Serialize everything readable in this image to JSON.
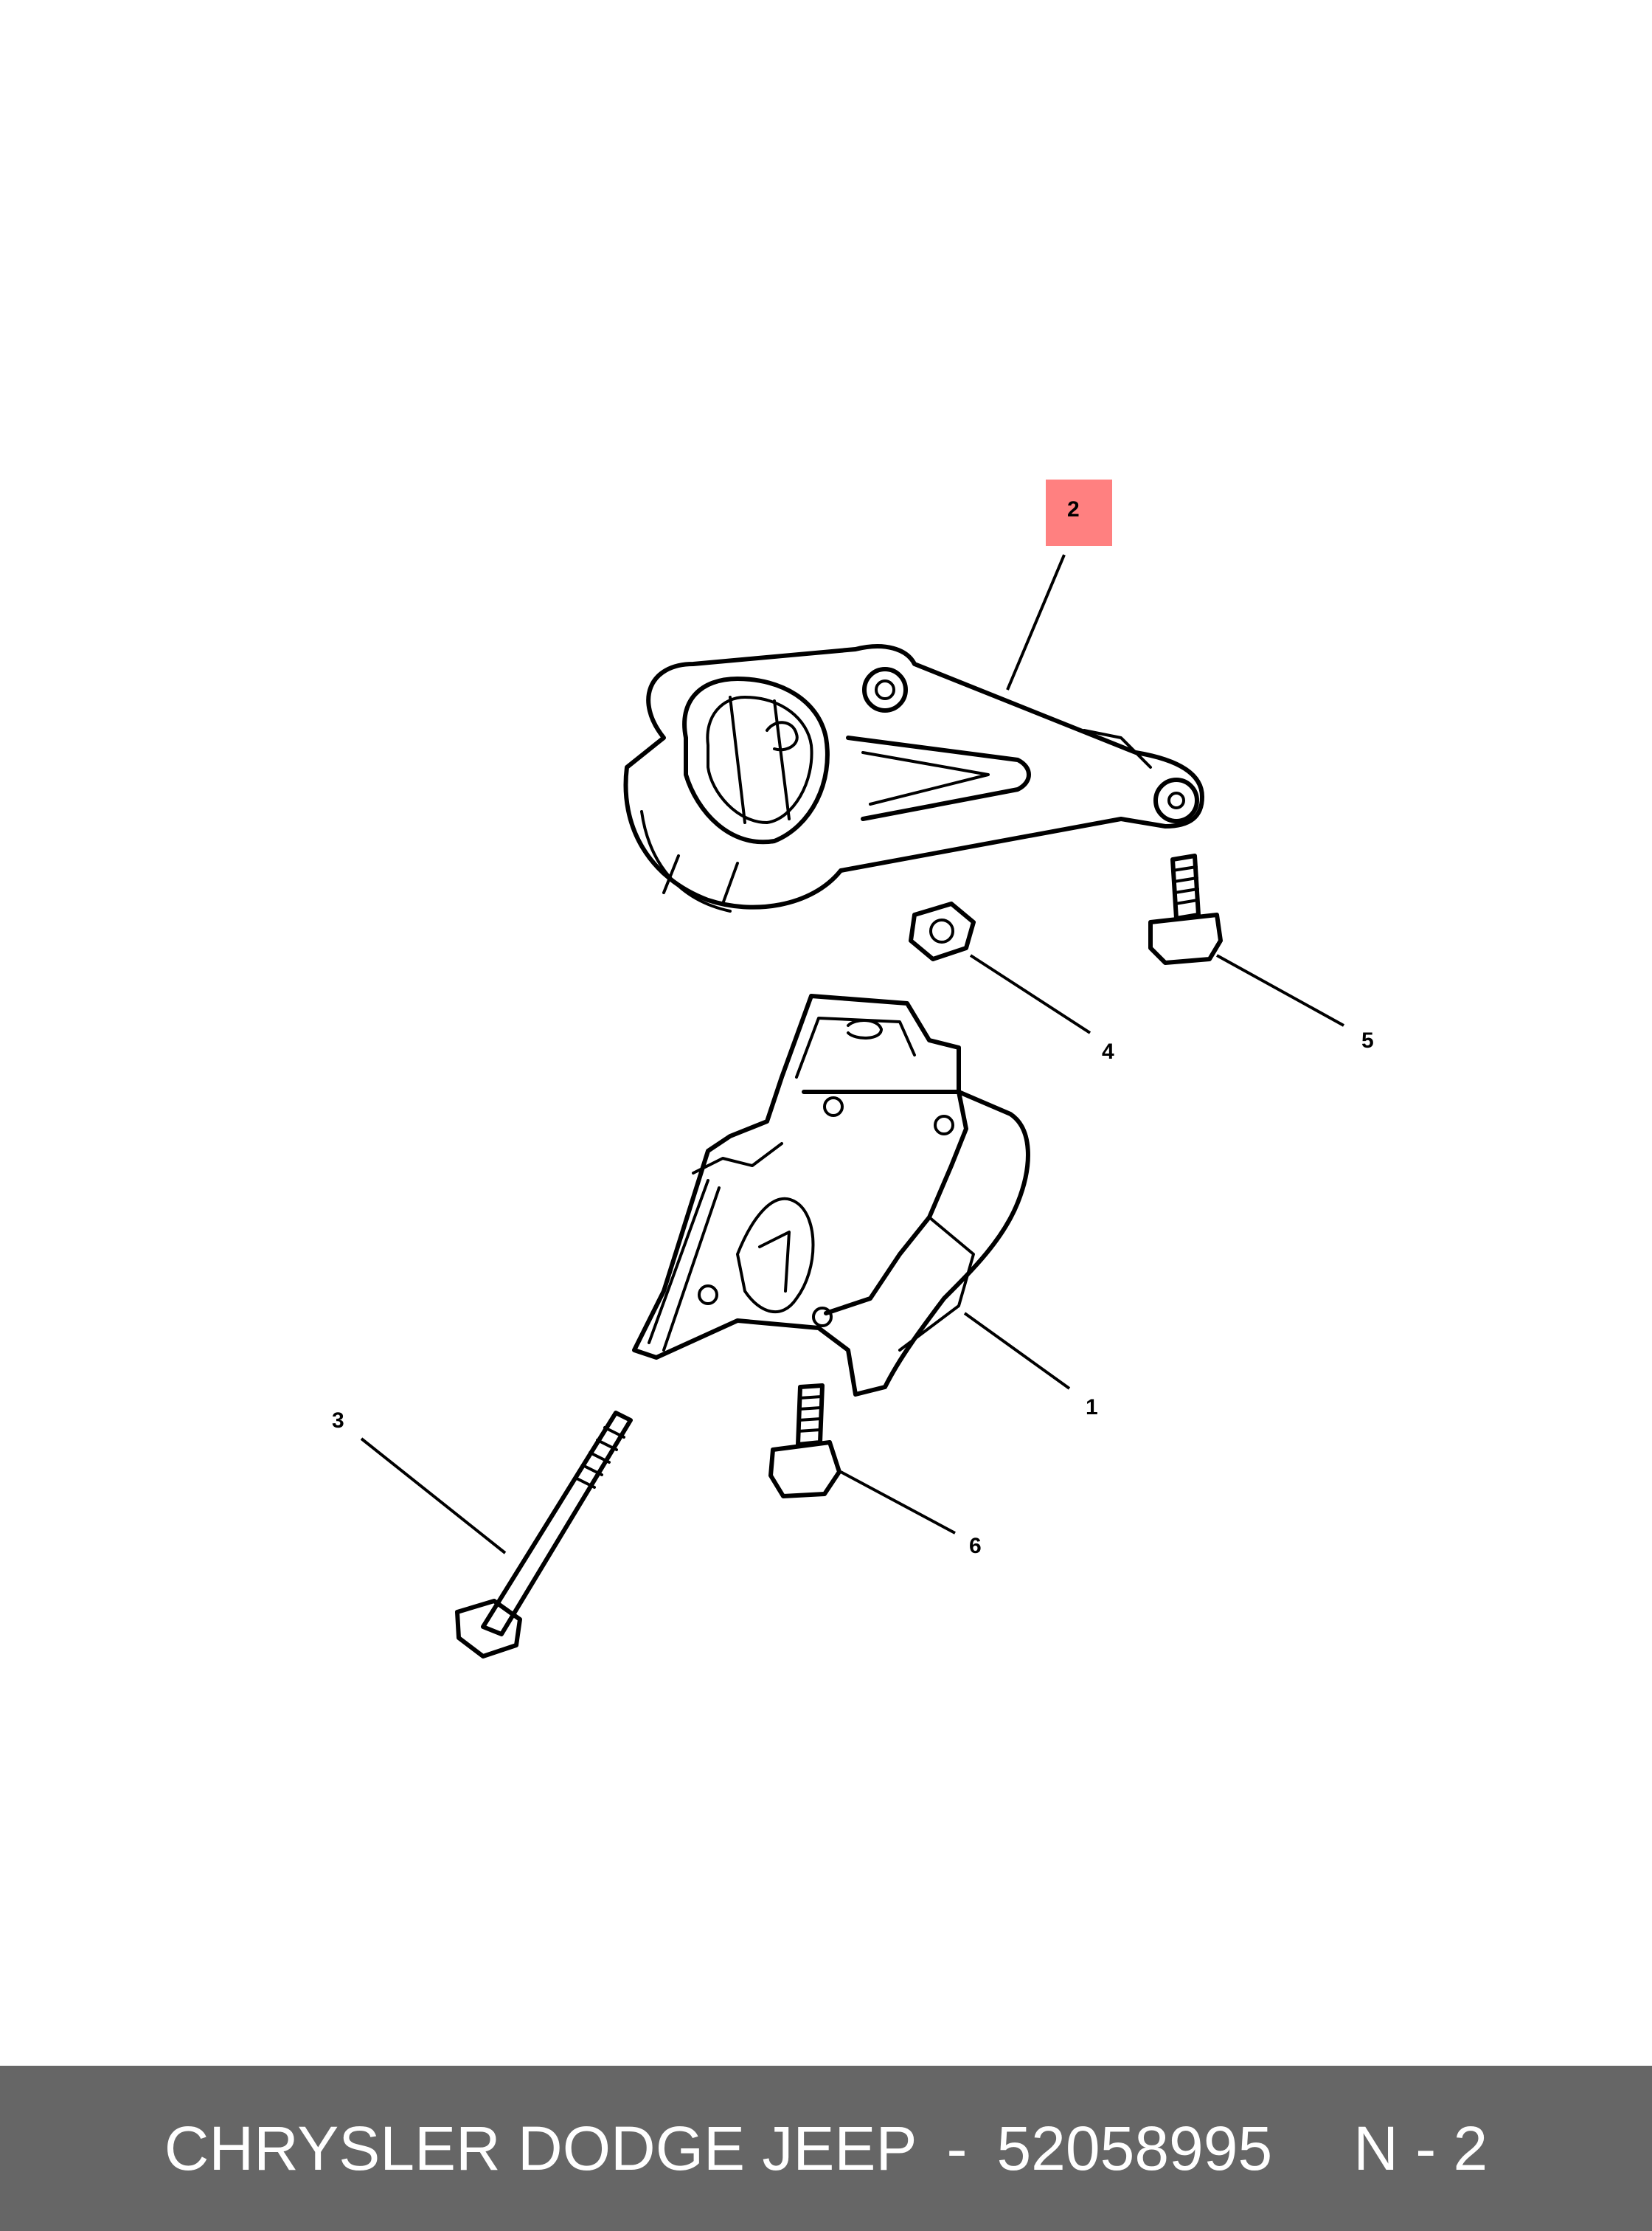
{
  "callouts": [
    {
      "id": "1",
      "label": "1"
    },
    {
      "id": "2",
      "label": "2"
    },
    {
      "id": "3",
      "label": "3"
    },
    {
      "id": "4",
      "label": "4"
    },
    {
      "id": "5",
      "label": "5"
    },
    {
      "id": "6",
      "label": "6"
    }
  ],
  "highlight": {
    "callout": "2",
    "color": "#ff8080"
  },
  "footer": {
    "brand": "CHRYSLER DODGE JEEP",
    "dash": "-",
    "part_number": "52058995",
    "suffix": "N - 2"
  },
  "colors": {
    "footer_bg": "#666666",
    "footer_text": "#ffffff",
    "line": "#000000"
  }
}
